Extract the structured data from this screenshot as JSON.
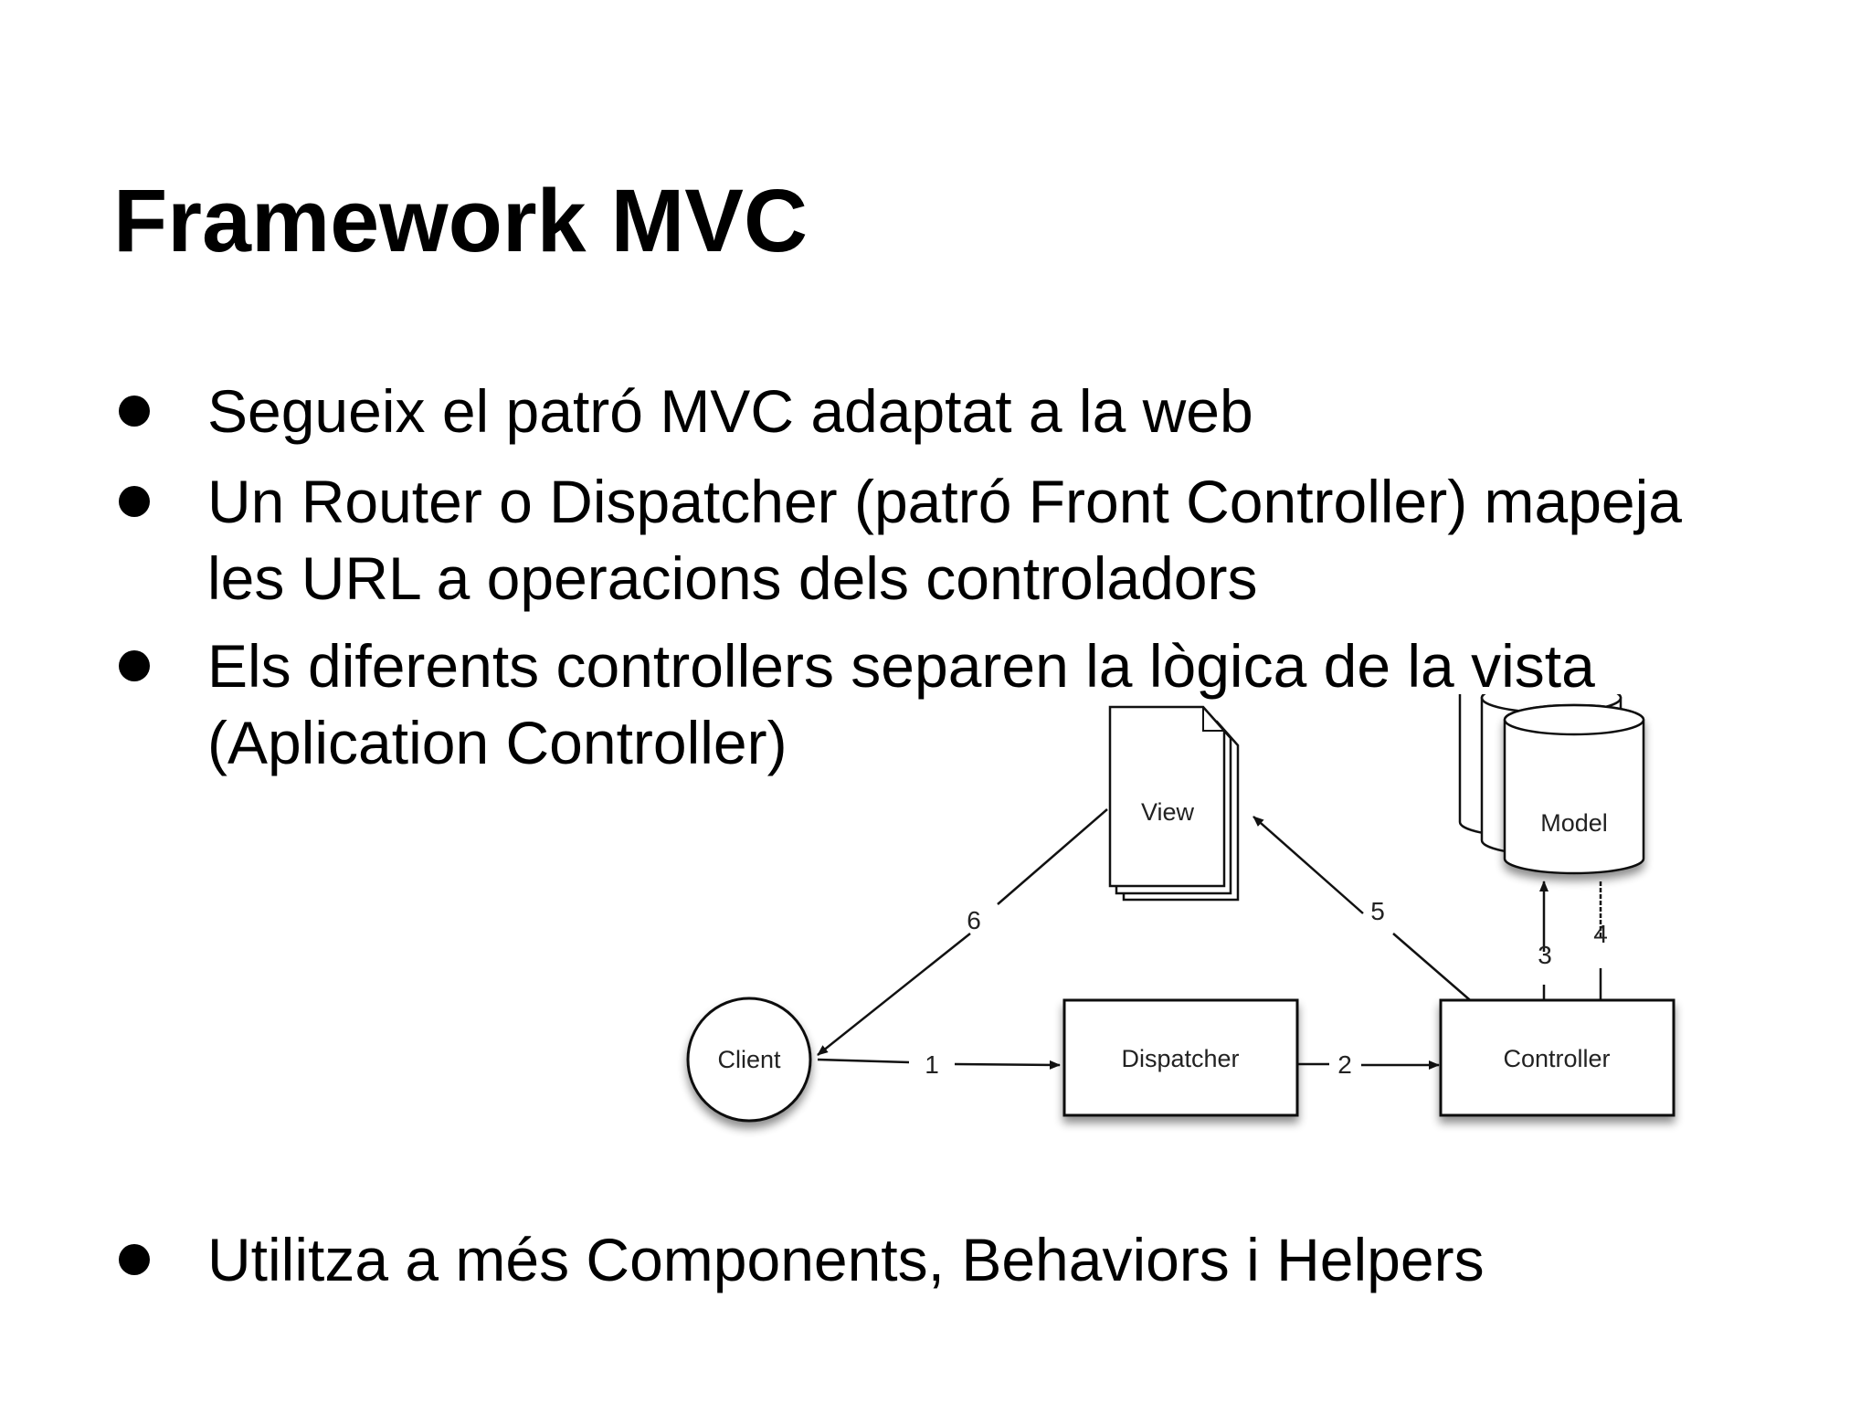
{
  "slide": {
    "title": "Framework MVC",
    "bullets": [
      {
        "lines": [
          "Segueix el patró MVC adaptat a la web"
        ]
      },
      {
        "lines": [
          "Un Router o Dispatcher (patró Front Controller) mapeja",
          "les URL a operacions dels controladors"
        ]
      },
      {
        "lines": [
          "Els diferents controllers separen la lògica de la vista",
          "(Aplication Controller)"
        ]
      },
      {
        "lines": [
          "Utilitza a més Components, Behaviors i Helpers"
        ]
      }
    ]
  },
  "diagram": {
    "nodes": {
      "client": "Client",
      "dispatcher": "Dispatcher",
      "controller": "Controller",
      "view": "View",
      "model": "Model"
    },
    "edges": {
      "e1": "1",
      "e2": "2",
      "e3": "3",
      "e4": "4",
      "e5": "5",
      "e6": "6"
    }
  }
}
